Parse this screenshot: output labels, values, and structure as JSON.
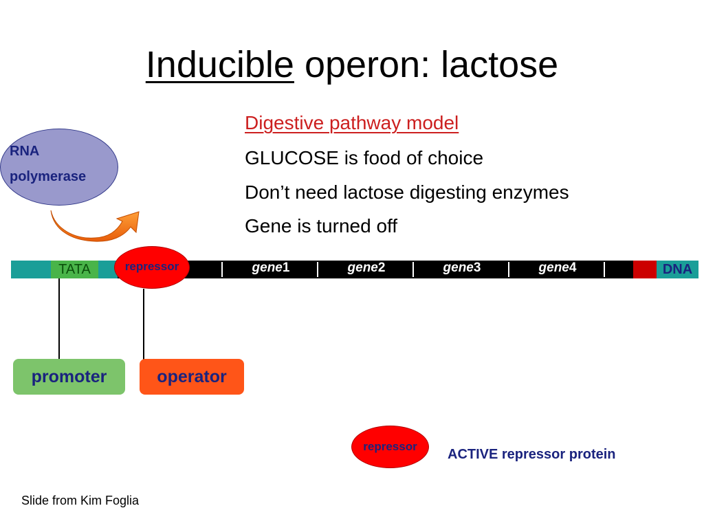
{
  "title": {
    "underlined": "Inducible",
    "rest": " operon: lactose"
  },
  "bullets": [
    "Digestive pathway model",
    "GLUCOSE is food of choice",
    "Don’t need lactose digesting enzymes",
    "Gene is turned off"
  ],
  "rna_polymerase": {
    "line1": "RNA",
    "line2": "polymerase"
  },
  "dna": {
    "tata": "TATA",
    "genes": [
      {
        "italic": "gene",
        "num": "1"
      },
      {
        "italic": "gene",
        "num": "2"
      },
      {
        "italic": "gene",
        "num": "3"
      },
      {
        "italic": "gene",
        "num": "4"
      }
    ],
    "label": "DNA"
  },
  "repressor_on_dna": "repressor",
  "promoter": "promoter",
  "operator": "operator",
  "repressor_free": "repressor",
  "active_label": "ACTIVE repressor protein",
  "credit": "Slide from Kim Foglia",
  "colors": {
    "teal": "#1a9e98",
    "tata_green": "#49b449",
    "promoter_green": "#7dc46b",
    "operator_orange": "#ff5518",
    "repressor_red": "#ff0000",
    "rna_pol_purple": "#9999cc",
    "navy_text": "#1a237e",
    "heading_red": "#cc1f1f"
  }
}
